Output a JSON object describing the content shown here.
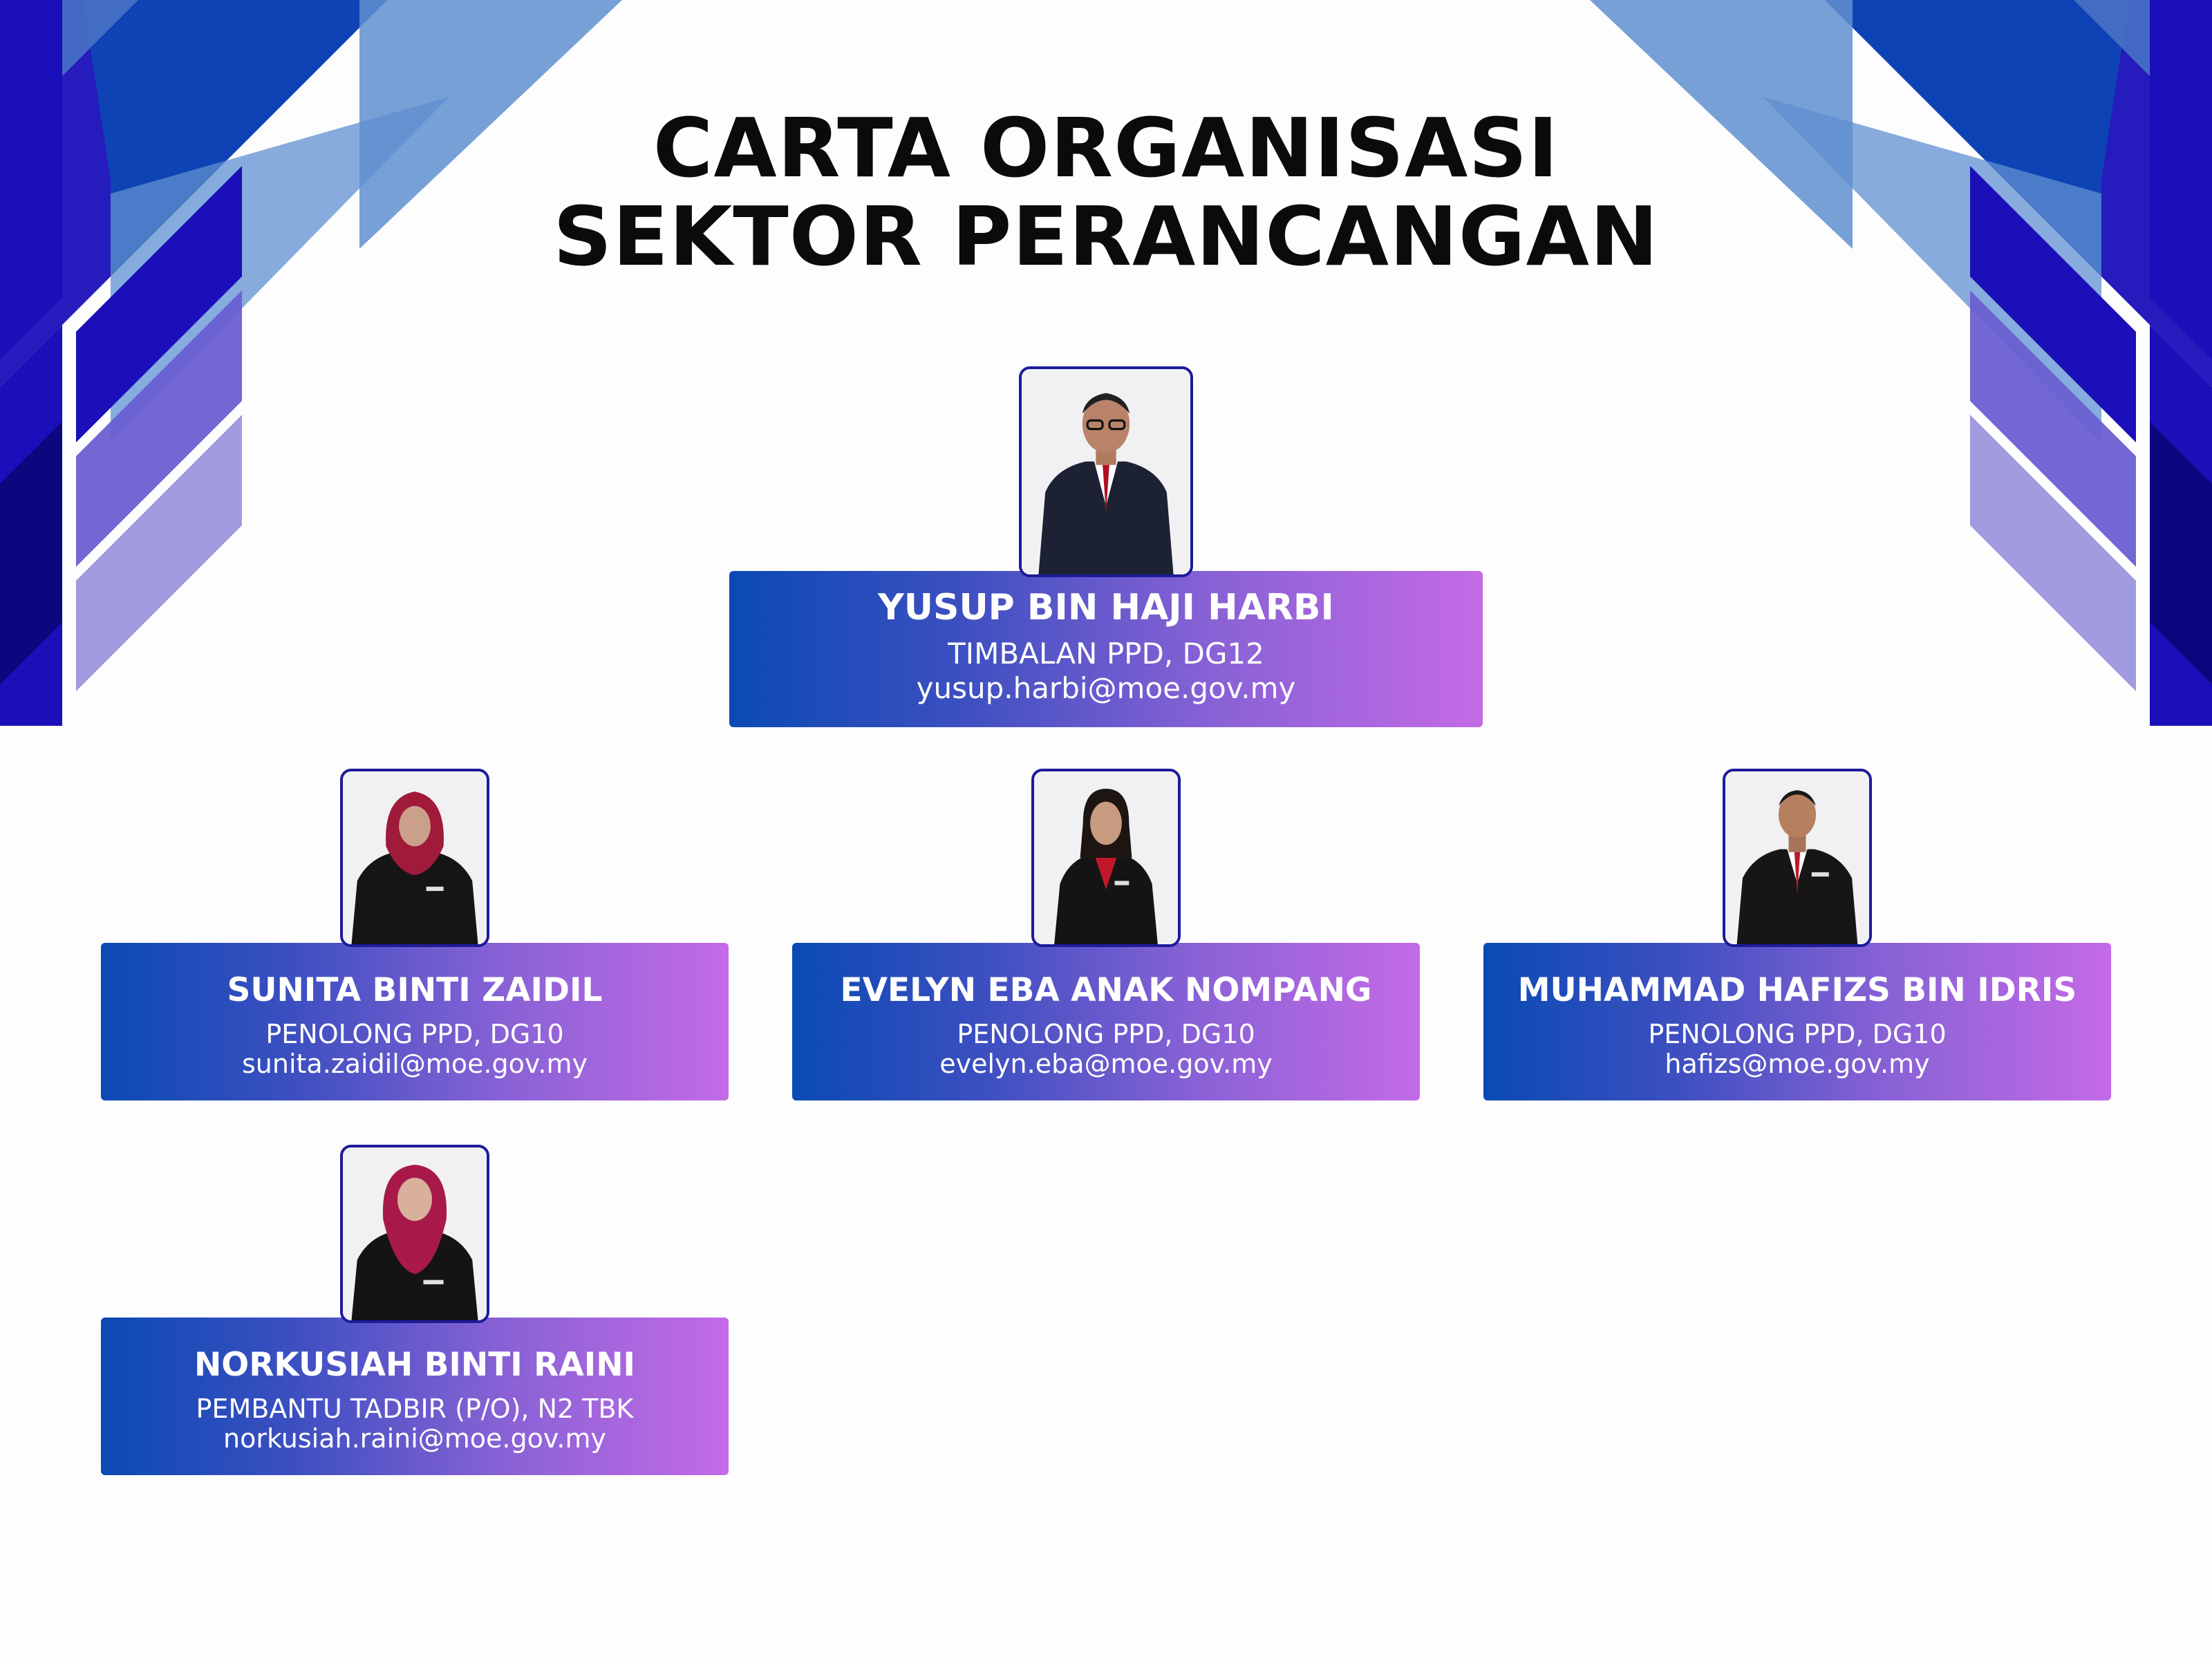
{
  "title": {
    "line1": "CARTA ORGANISASI",
    "line2": "SEKTOR PERANCANGAN"
  },
  "members": [
    {
      "name": "YUSUP BIN HAJI HARBI",
      "role": "TIMBALAN PPD, DG12",
      "email": "yusup.harbi@moe.gov.my"
    },
    {
      "name": "SUNITA BINTI ZAIDIL",
      "role": "PENOLONG PPD, DG10",
      "email": "sunita.zaidil@moe.gov.my"
    },
    {
      "name": "EVELYN EBA ANAK NOMPANG",
      "role": "PENOLONG PPD, DG10",
      "email": "evelyn.eba@moe.gov.my"
    },
    {
      "name": "MUHAMMAD HAFIZS BIN IDRIS",
      "role": "PENOLONG PPD, DG10",
      "email": "hafizs@moe.gov.my"
    },
    {
      "name": "NORKUSIAH BINTI RAINI",
      "role": "PEMBANTU TADBIR (P/O), N2 TBK",
      "email": "norkusiah.raini@moe.gov.my"
    }
  ],
  "colors": {
    "card_gradient_start": "#0a4ab4",
    "card_gradient_end": "#c46ae6",
    "photo_border": "#1d1a9a",
    "title_text": "#0b0b0b",
    "deco_dark": "#1a0fb8",
    "deco_mid": "#0a4ab4",
    "deco_light": "#5f8fd0",
    "deco_lilac": "#9b95dc"
  }
}
